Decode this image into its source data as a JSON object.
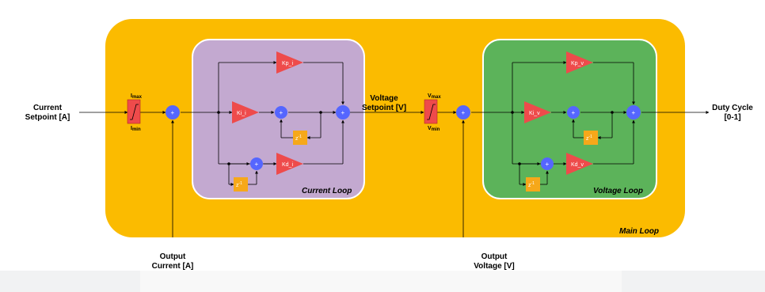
{
  "colors": {
    "main_loop_bg": "#fbbb00",
    "current_loop_bg": "#c3a9d0",
    "voltage_loop_bg": "#5cb35a",
    "gain_block": "#ee4b4b",
    "sum_node": "#5566ff",
    "delay_block": "#f6a81a",
    "saturation_block": "#ee4b4b"
  },
  "labels": {
    "current_setpoint": "Current\nSetpoint [A]",
    "voltage_setpoint": "Voltage\nSetpoint [V]",
    "duty_cycle": "Duty Cycle\n[0-1]",
    "output_current": "Output\nCurrent [A]",
    "output_voltage": "Output\nVoltage [V]"
  },
  "loops": {
    "main": "Main Loop",
    "current": "Current Loop",
    "voltage": "Voltage Loop"
  },
  "current_loop": {
    "kp": "Kp_i",
    "ki": "Ki_i",
    "kd": "Kd_i",
    "delay": "z",
    "delay_exp": "-1"
  },
  "voltage_loop": {
    "kp": "Kp_v",
    "ki": "Ki_v",
    "kd": "Kd_v",
    "delay": "z",
    "delay_exp": "-1"
  },
  "current_limiter": {
    "max": "I",
    "max_sub": "max",
    "min": "I",
    "min_sub": "min"
  },
  "voltage_limiter": {
    "max": "V",
    "max_sub": "max",
    "min": "V",
    "min_sub": "min"
  },
  "sum_symbol": "+",
  "icons": {
    "gain": "triangle-gain-icon",
    "sum": "circle-plus-icon",
    "delay": "unit-delay-icon",
    "saturation": "saturation-icon"
  }
}
